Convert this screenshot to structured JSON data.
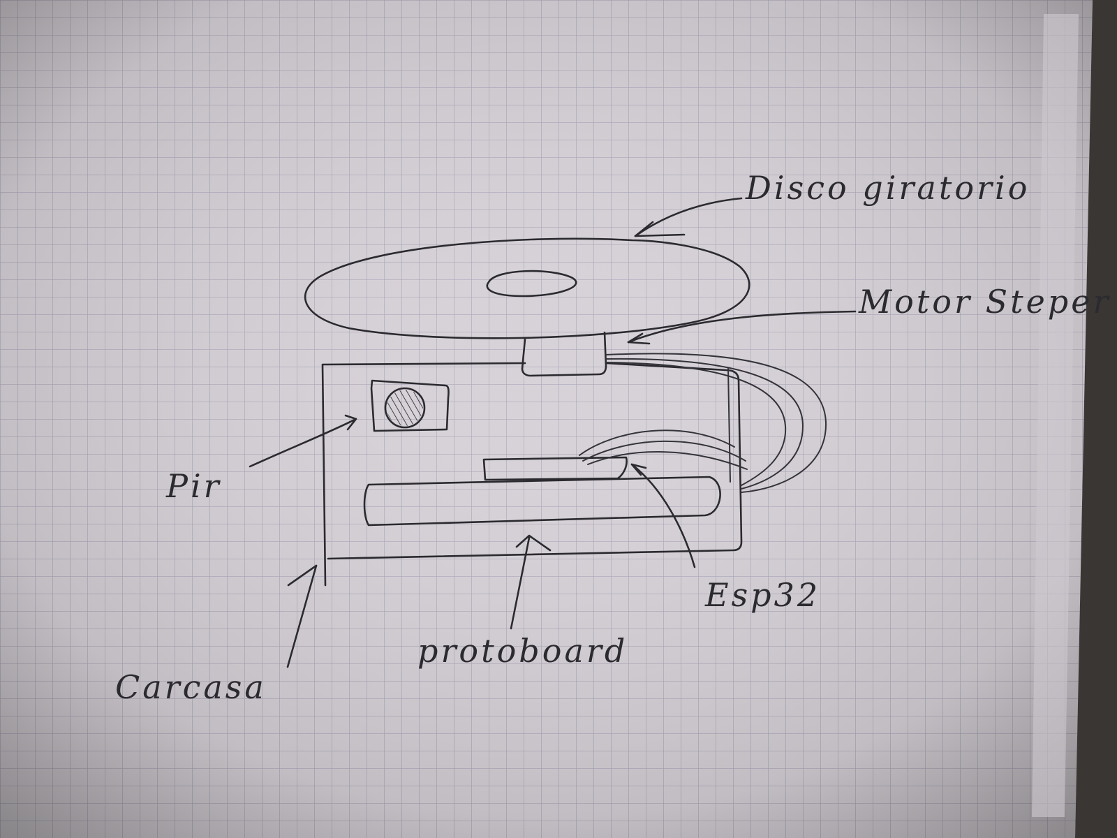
{
  "diagram": {
    "labels": {
      "disco": "Disco giratorio",
      "motor": "Motor Steper",
      "pir": "Pir",
      "esp32": "Esp32",
      "protoboard": "protoboard",
      "carcasa": "Carcasa"
    },
    "colors": {
      "paper": "#d6d1d6",
      "grid": "#9d98b0",
      "ink": "#2b2a2f"
    }
  }
}
